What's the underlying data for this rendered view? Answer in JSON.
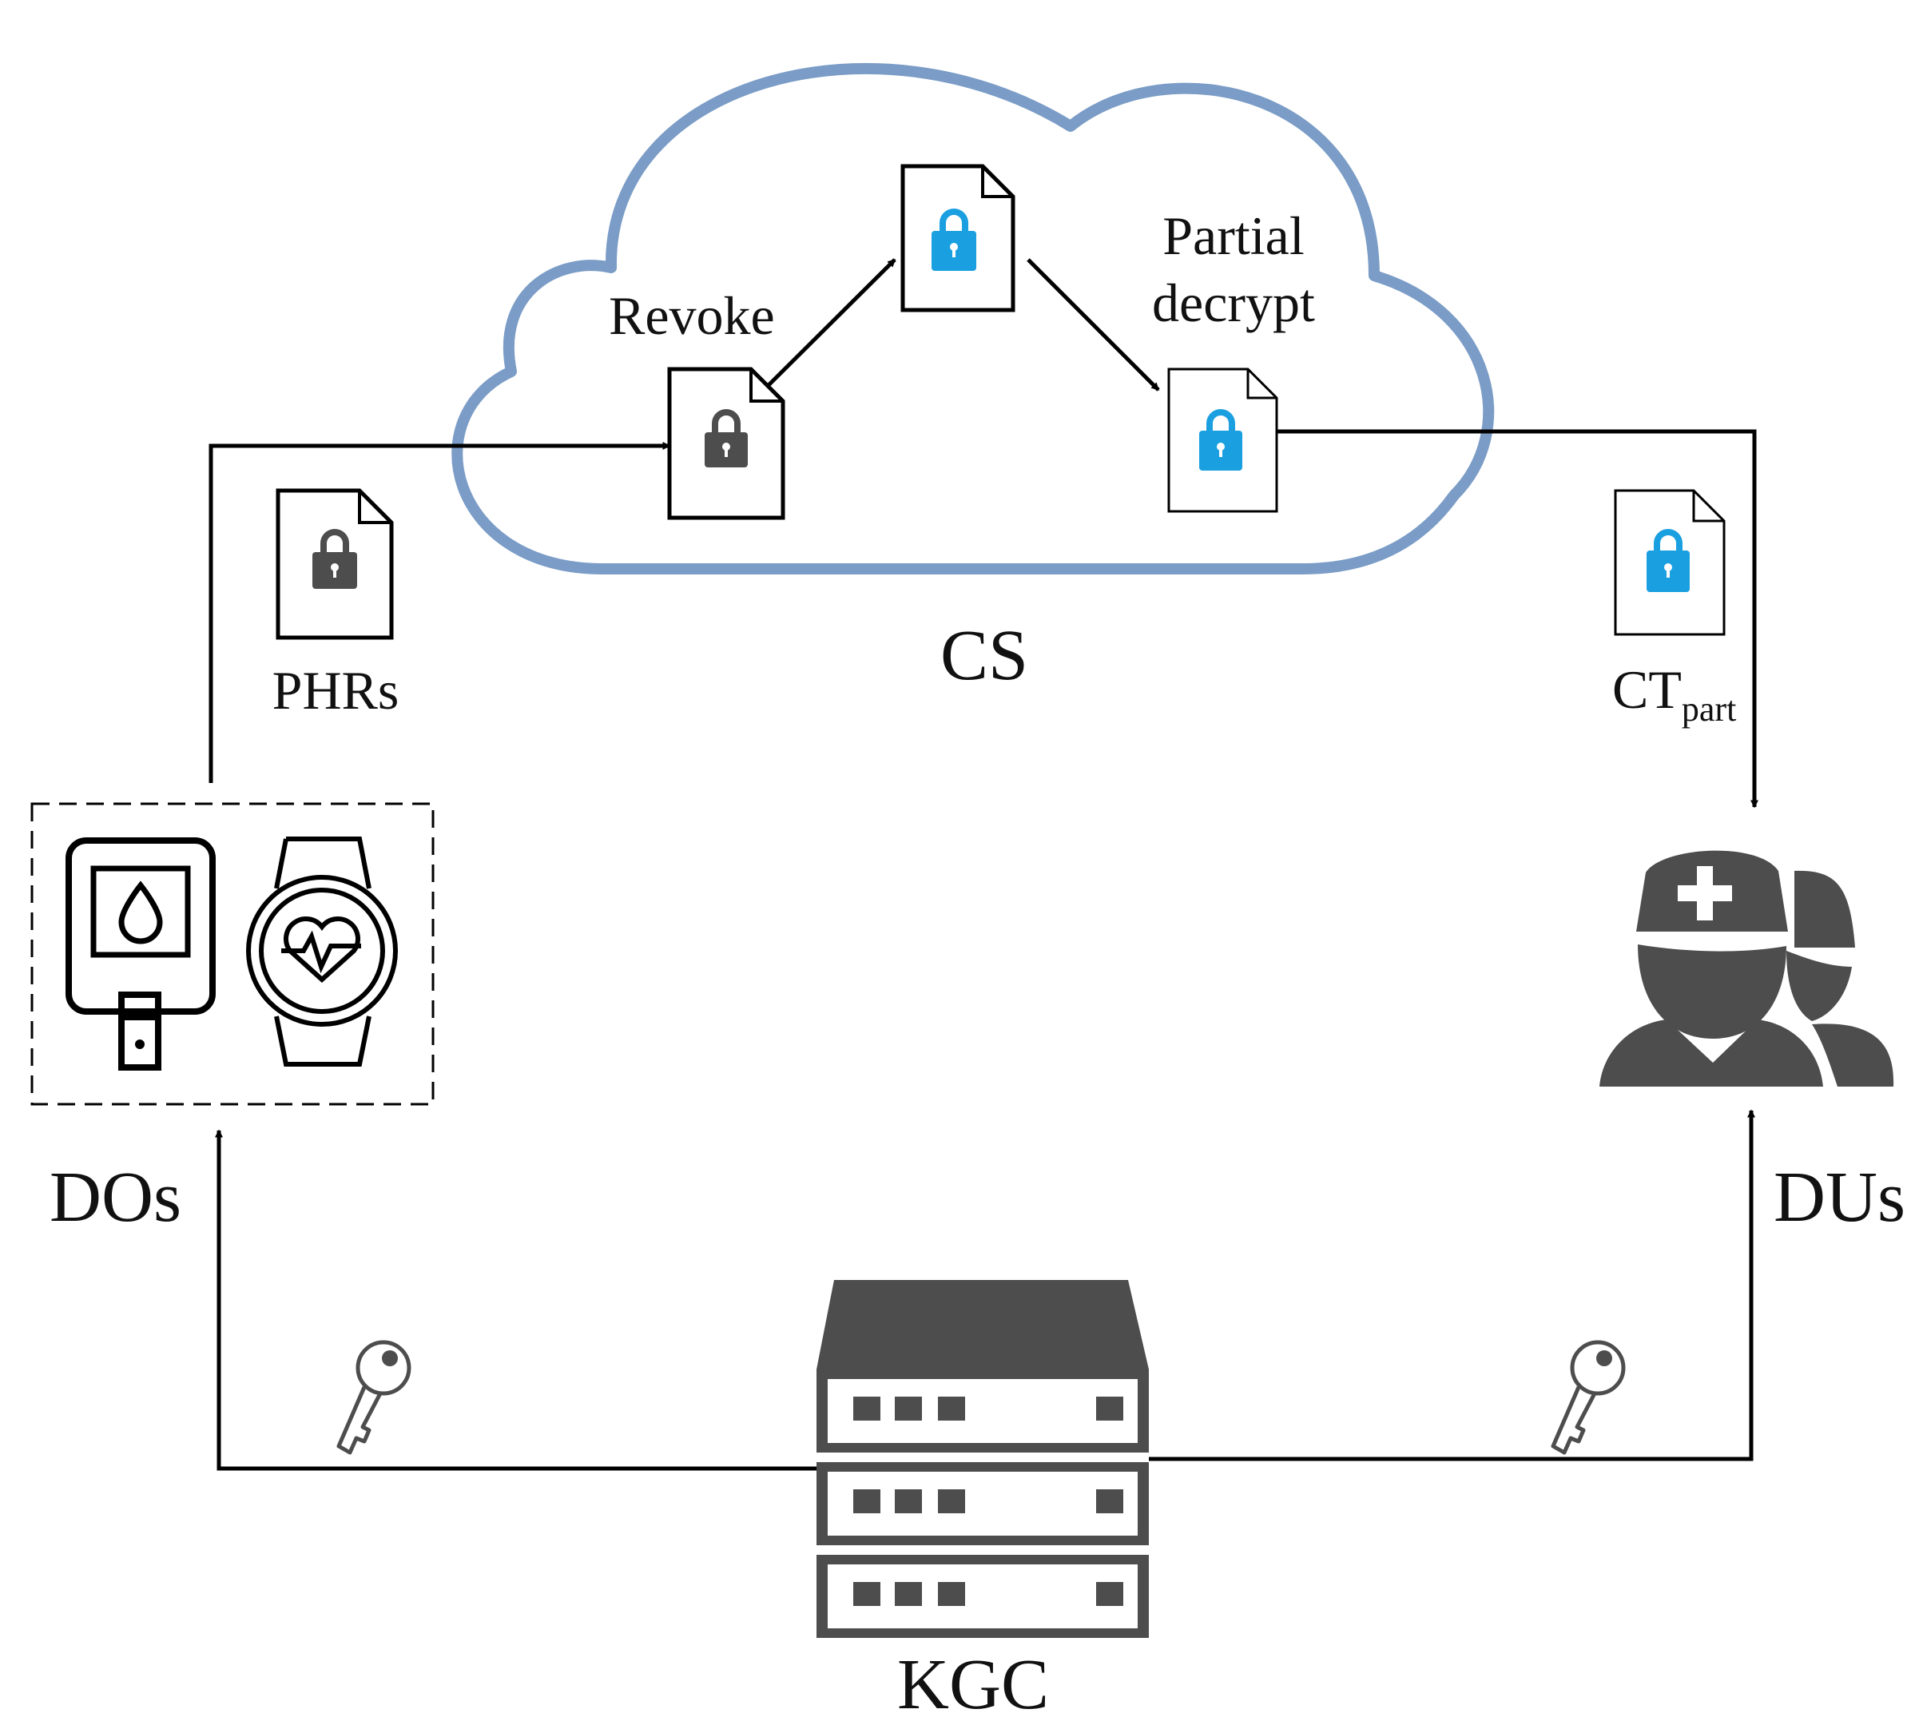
{
  "labels": {
    "cs": "CS",
    "phrs": "PHRs",
    "revoke": "Revoke",
    "partial_line1": "Partial",
    "partial_line2": "decrypt",
    "ct_main": "CT",
    "ct_sub": "part",
    "dos": "DOs",
    "dus": "DUs",
    "kgc": "KGC"
  },
  "colors": {
    "cloud_stroke": "#7a9cc6",
    "icon_gray": "#4d4d4d",
    "lock_blue": "#1a9fe0",
    "line": "#000000"
  },
  "icons": {
    "cloud": "cloud-icon",
    "server": "server-rack-icon",
    "doctors": "doctors-group-icon",
    "glucose_meter": "glucose-meter-icon",
    "smartwatch": "heart-rate-smartwatch-icon",
    "document": "locked-document-icon",
    "key": "key-icon"
  }
}
